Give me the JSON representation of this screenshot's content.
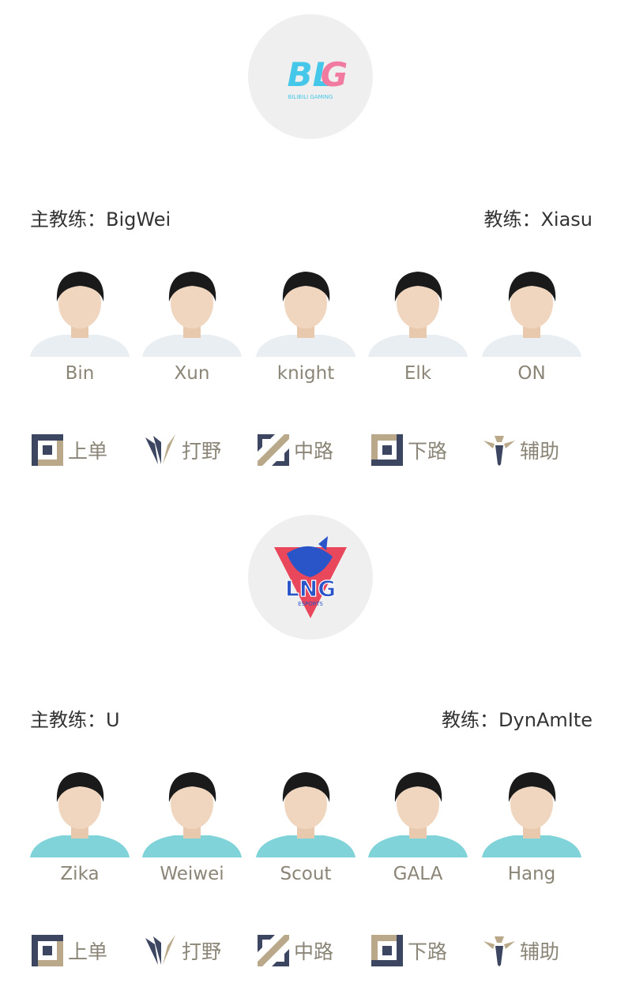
{
  "teams": [
    {
      "logo_text": "BLG",
      "logo_subtext": "BILIBILI GAMING",
      "head_coach": "主教练：BigWei",
      "coach": "教练：Xiasu",
      "jersey_color": "#e9eef2",
      "players": [
        "Bin",
        "Xun",
        "knight",
        "Elk",
        "ON"
      ],
      "roles": [
        "上单",
        "打野",
        "中路",
        "下路",
        "辅助"
      ]
    },
    {
      "logo_text": "LNG",
      "logo_subtext": "ESPORTS",
      "head_coach": "主教练：U",
      "coach": "教练：DynAmIte",
      "jersey_color": "#7fd3d9",
      "players": [
        "Zika",
        "Weiwei",
        "Scout",
        "GALA",
        "Hang"
      ],
      "roles": [
        "上单",
        "打野",
        "中路",
        "下路",
        "辅助"
      ]
    }
  ],
  "colors": {
    "role_gold": "#b9a98a",
    "role_dark": "#3d4660",
    "blg_logo": "#44c7e8",
    "blg_pink": "#f07aa0",
    "lng_red": "#e8344a",
    "lng_blue": "#2a55c8"
  }
}
